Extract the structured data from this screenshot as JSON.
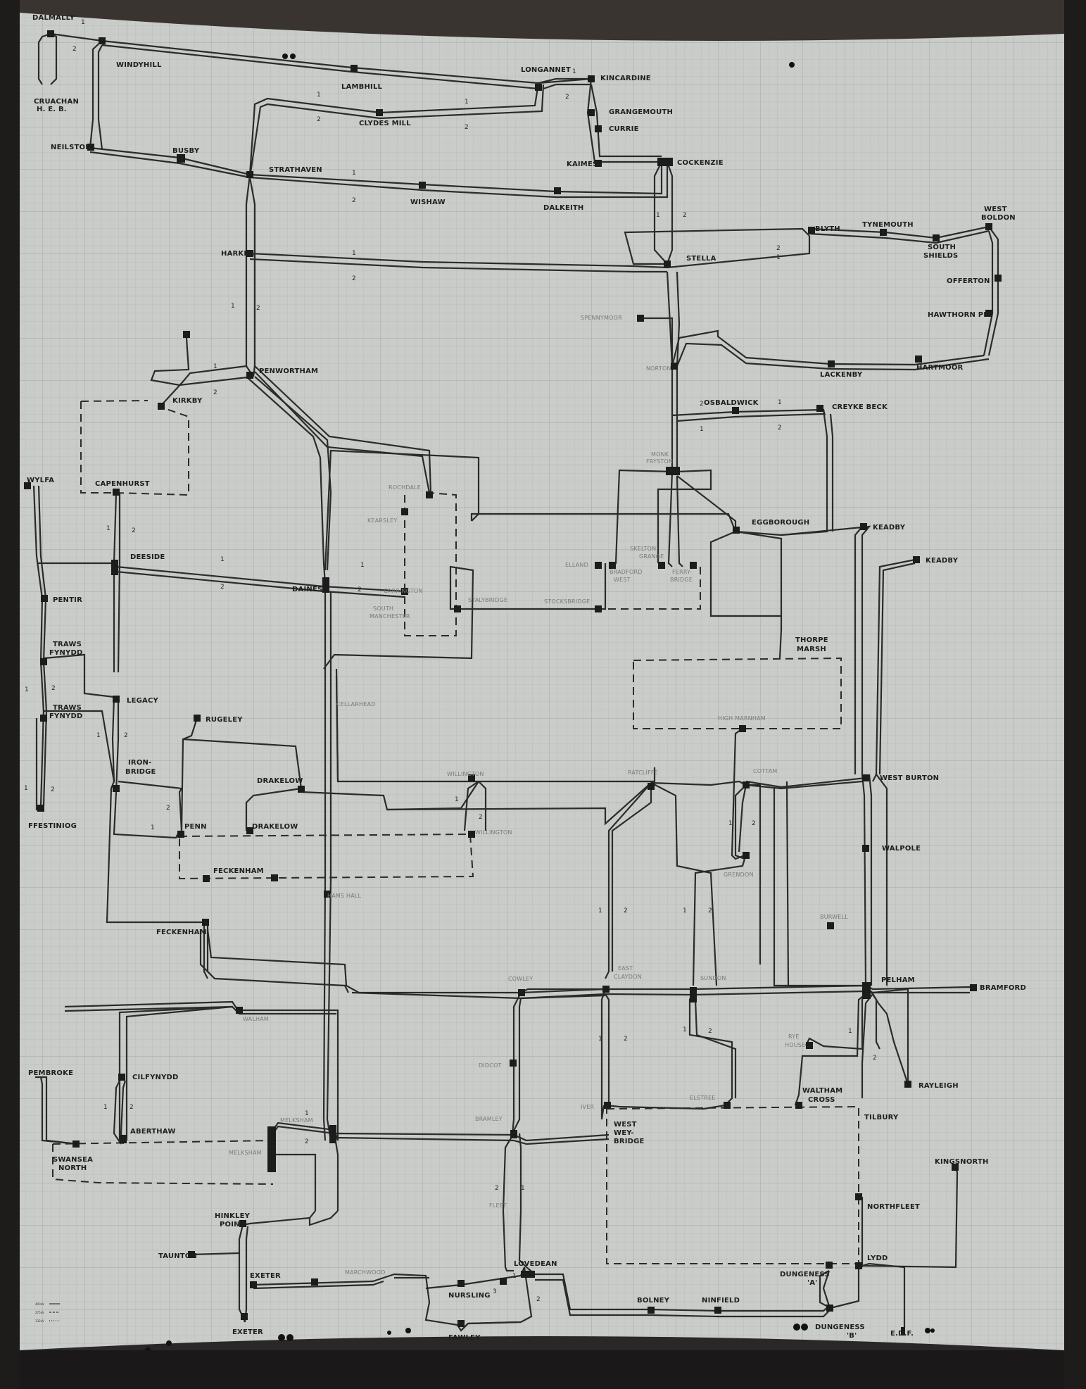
{
  "labels": {
    "dalmally": "DALMALLY",
    "cruachan_1": "CRUACHAN",
    "cruachan_2": "H. E. B.",
    "windyhill": "WINDYHILL",
    "neilston": "NEILSTON",
    "busby": "BUSBY",
    "lambhill": "LAMBHILL",
    "clydes_mill": "CLYDES MILL",
    "longannet": "LONGANNET",
    "kincardine": "KINCARDINE",
    "grangemouth": "GRANGEMOUTH",
    "currie": "CURRIE",
    "kaimes": "KAIMES",
    "cockenzie": "COCKENZIE",
    "strathaven": "STRATHAVEN",
    "wishaw": "WISHAW",
    "dalkeith": "DALKEITH",
    "harker": "HARKER",
    "stella": "STELLA",
    "blyth": "BLYTH",
    "tynemouth": "TYNEMOUTH",
    "west_boldon_1": "WEST",
    "west_boldon_2": "BOLDON",
    "south_shields_1": "SOUTH",
    "south_shields_2": "SHIELDS",
    "offerton": "OFFERTON",
    "hawthorn_pit": "HAWTHORN  PIT",
    "spennymoor": "SPENNYMOOR",
    "norton": "NORTON",
    "lackenby": "LACKENBY",
    "hartmoor": "HARTMOOR",
    "osbaldwick": "OSBALDWICK",
    "creyke_beck": "CREYKE BECK",
    "penwortham": "PENWORTHAM",
    "kirkby": "KIRKBY",
    "monk_fryston_1": "MONK",
    "monk_fryston_2": "FRYSTON",
    "rochdale": "ROCHDALE",
    "kearsley": "KEARSLEY",
    "wylfa": "WYLFA",
    "capenhurst": "CAPENHURST",
    "deeside": "DEESIDE",
    "daines": "DAINES",
    "carrington": "CARRINGTON",
    "south_manchester_1": "SOUTH",
    "south_manchester_2": "MANCHESTER",
    "stalybridge": "STALYBRIDGE",
    "stocksbridge": "STOCKSBRIDGE",
    "elland": "ELLAND",
    "bradford_west_1": "BRADFORD",
    "bradford_west_2": "WEST",
    "skelton_grange_1": "SKELTON",
    "skelton_grange_2": "GRANGE",
    "ferrybridge_1": "FERRY-",
    "ferrybridge_2": "BRIDGE",
    "eggborough": "EGGBOROUGH",
    "keadby_1": "KEADBY",
    "keadby_2": "KEADBY",
    "pentir": "PENTIR",
    "traws_1a": "TRAWS",
    "traws_1b": "FYNYDD",
    "traws_2a": "TRAWS",
    "traws_2b": "FYNYDD",
    "ffestiniog": "FFESTINIOG",
    "legacy": "LEGACY",
    "ironbridge_1": "IRON-",
    "ironbridge_2": "BRIDGE",
    "rugeley": "RUGELEY",
    "drakelow_1": "DRAKELOW",
    "drakelow_2": "DRAKELOW",
    "penn": "PENN",
    "willington_1": "WILLINGTON",
    "willington_2": "WILLINGTON",
    "thorpe_marsh_1": "THORPE",
    "thorpe_marsh_2": "MARSH",
    "high_marnham": "HIGH MARNHAM",
    "ratcliffe": "RATCLIFFE",
    "cottam": "COTTAM",
    "west_burton": "WEST BURTON",
    "walpole": "WALPOLE",
    "grendon": "GRENDON",
    "feckenham_1": "FECKENHAM",
    "feckenham_2": "FECKENHAM",
    "hams_hall": "HAMS HALL",
    "cellarhead": "CELLARHEAD",
    "burwell": "BURWELL",
    "cowley": "COWLEY",
    "east_claydon_1": "EAST",
    "east_claydon_2": "CLAYDON",
    "sundon": "SUNDON",
    "pelham": "PELHAM",
    "bramford": "BRAMFORD",
    "walham": "WALHAM",
    "pembroke": "PEMBROKE",
    "cilfynydd": "CILFYNYDD",
    "aberthaw": "ABERTHAW",
    "swansea_1": "SWANSEA",
    "swansea_2": "NORTH",
    "melksham_1": "MELKSHAM",
    "melksham_2": "MELKSHAM",
    "didcot": "DIDCOT",
    "bramley": "BRAMLEY",
    "iver": "IVER",
    "west_weybridge_1": "WEST",
    "west_weybridge_2": "WEY-",
    "west_weybridge_3": "BRIDGE",
    "rye_house_1": "RYE",
    "rye_house_2": "HOUSE",
    "rayleigh": "RAYLEIGH",
    "elstree": "ELSTREE",
    "waltham_cross_1": "WALTHAM",
    "waltham_cross_2": "CROSS",
    "tilbury": "TILBURY",
    "kingsnorth": "KINGSNORTH",
    "northfleet": "NORTHFLEET",
    "fleet": "FLEET",
    "hinkley_1": "HINKLEY",
    "hinkley_2": "POINT",
    "taunton": "TAUNTON",
    "exeter_1": "EXETER",
    "exeter_2": "EXETER",
    "marchwood": "MARCHWOOD",
    "lovedean": "LOVEDEAN",
    "nursling": "NURSLING",
    "fawley": "FAWLEY",
    "bolney": "BOLNEY",
    "ninfield": "NINFIELD",
    "dungeness_a_1": "DUNGENESS",
    "dungeness_a_2": "'A'",
    "dungeness_b_1": "DUNGENESS",
    "dungeness_b_2": "'B'",
    "lydd": "LYDD",
    "edf": "E.D.F."
  },
  "circuit_numbers": {
    "one": "1",
    "two": "2",
    "three": "3"
  },
  "legend": {
    "row1": "400kV",
    "row2": "275kV",
    "row3": "132kV"
  },
  "colors": {
    "panel": "#c9ccc9",
    "grid": "#aeb2af",
    "line": "#2b2b2b",
    "background": "#2a2827"
  }
}
